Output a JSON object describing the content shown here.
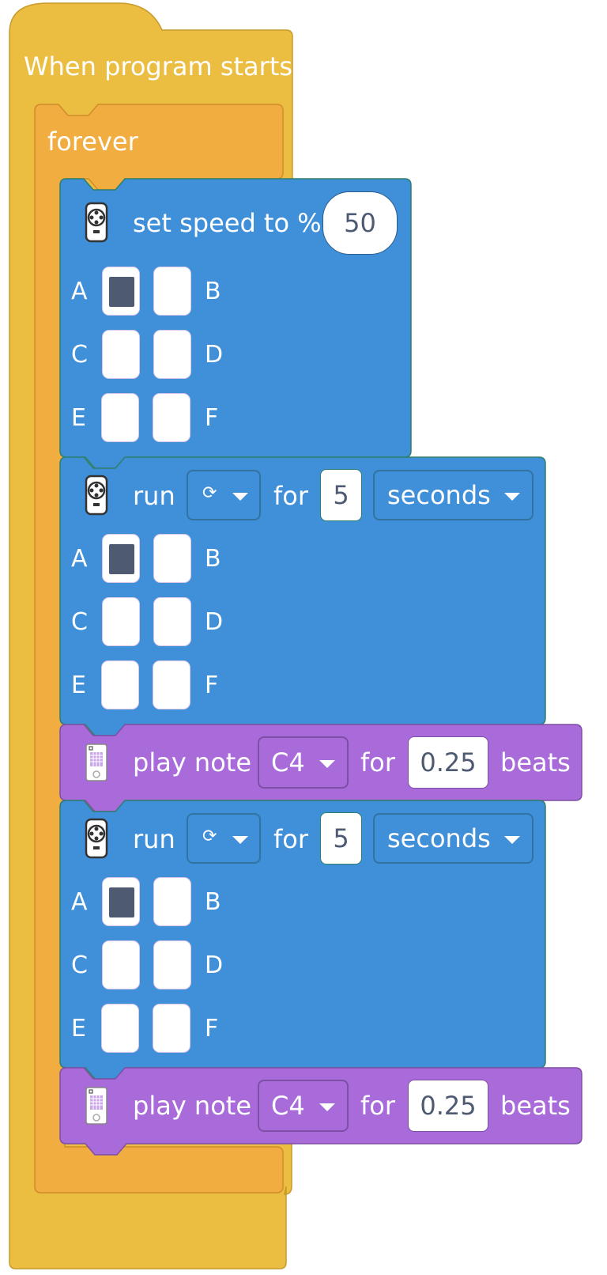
{
  "hat_block": {
    "label": "When program starts"
  },
  "forever_block": {
    "label": "forever"
  },
  "set_speed_block": {
    "label": "set speed to %",
    "value": "50",
    "icon": "motor-icon",
    "ports": [
      {
        "left": "A",
        "right": "B",
        "left_on": true,
        "right_on": false
      },
      {
        "left": "C",
        "right": "D",
        "left_on": false,
        "right_on": false
      },
      {
        "left": "E",
        "right": "F",
        "left_on": false,
        "right_on": false
      }
    ]
  },
  "run_blocks": [
    {
      "run_label": "run",
      "direction_icon": "⟳",
      "for_label": "for",
      "duration": "5",
      "unit": "seconds",
      "icon": "motor-icon",
      "ports": [
        {
          "left": "A",
          "right": "B",
          "left_on": true,
          "right_on": false
        },
        {
          "left": "C",
          "right": "D",
          "left_on": false,
          "right_on": false
        },
        {
          "left": "E",
          "right": "F",
          "left_on": false,
          "right_on": false
        }
      ]
    },
    {
      "run_label": "run",
      "direction_icon": "⟳",
      "for_label": "for",
      "duration": "5",
      "unit": "seconds",
      "icon": "motor-icon",
      "ports": [
        {
          "left": "A",
          "right": "B",
          "left_on": true,
          "right_on": false
        },
        {
          "left": "C",
          "right": "D",
          "left_on": false,
          "right_on": false
        },
        {
          "left": "E",
          "right": "F",
          "left_on": false,
          "right_on": false
        }
      ]
    }
  ],
  "play_note_blocks": [
    {
      "label": "play note",
      "note": "C4",
      "for_label": "for",
      "beats_value": "0.25",
      "beats_label": "beats",
      "icon": "hub-icon"
    },
    {
      "label": "play note",
      "note": "C4",
      "for_label": "for",
      "beats_value": "0.25",
      "beats_label": "beats",
      "icon": "hub-icon"
    }
  ],
  "colors": {
    "events": "#ebbd40",
    "control": "#f2ad40",
    "motor": "#3f8fd9",
    "sound": "#a86bd9"
  }
}
